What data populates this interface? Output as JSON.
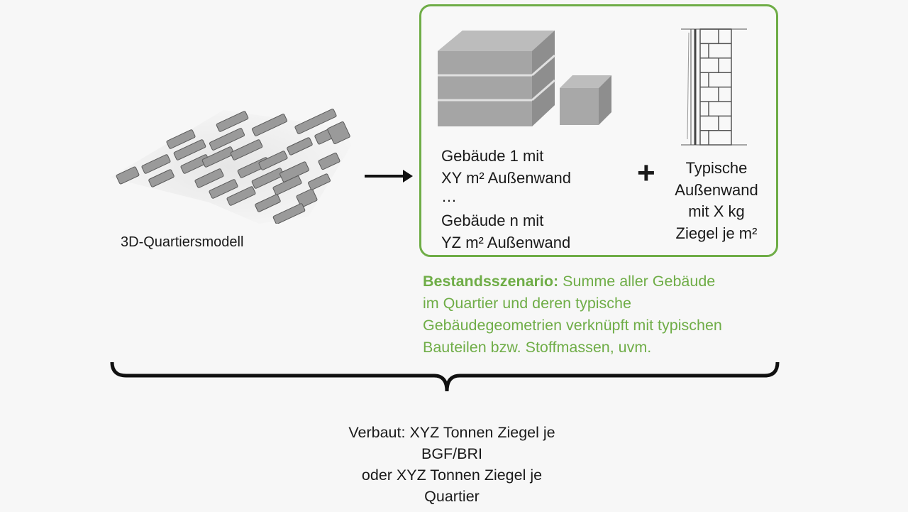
{
  "left": {
    "model_label": "3D-Quartiersmodell"
  },
  "box": {
    "buildings_text": [
      "Gebäude 1 mit",
      "XY m² Außenwand",
      "…",
      "Gebäude n mit",
      "YZ m² Außenwand"
    ],
    "plus": "+",
    "wall_text": [
      "Typische",
      "Außenwand",
      "mit X kg",
      "Ziegel je m²"
    ]
  },
  "scenario": {
    "title": "Bestandsszenario:",
    "lines": [
      " Summe aller Gebäude",
      "im Quartier und deren typische",
      "Gebäudegeometrien verknüpft mit typischen",
      "Bauteilen bzw. Stoffmassen, uvm."
    ]
  },
  "result": {
    "lines": [
      "Verbaut: XYZ Tonnen Ziegel je",
      "BGF/BRI",
      "oder XYZ Tonnen Ziegel je",
      "Quartier"
    ]
  },
  "colors": {
    "accent": "#6fad47",
    "text": "#1a1a1a",
    "background": "#f7f7f7"
  }
}
